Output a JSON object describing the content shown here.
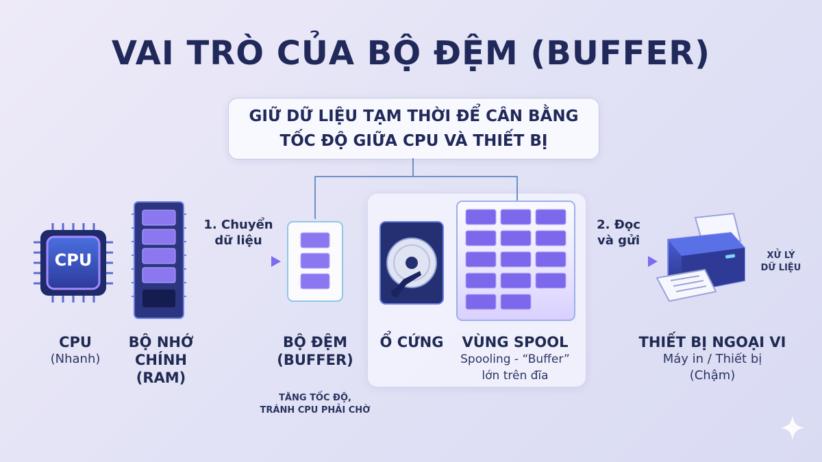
{
  "title": "VAI TRÒ CỦA BỘ ĐỆM (BUFFER)",
  "subtitle": {
    "line1": "GIỮ DỮ LIỆU TẠM THỜI ĐỂ CÂN BẰNG",
    "line2": "TỐC ĐỘ GIỮA CPU VÀ THIẾT BỊ"
  },
  "cpu": {
    "chip_text": "CPU",
    "label": "CPU",
    "sub": "(Nhanh)"
  },
  "ram": {
    "line1": "BỘ NHỚ",
    "line2": "CHÍNH",
    "line3": "(RAM)"
  },
  "step1": {
    "line1": "1. Chuyển",
    "line2": "dữ liệu"
  },
  "buffer": {
    "line1": "BỘ ĐỆM",
    "line2": "(BUFFER)",
    "note1": "TĂNG TỐC ĐỘ,",
    "note2": "TRÁNH CPU PHẢI CHỜ"
  },
  "disk": {
    "label": "Ổ CỨNG"
  },
  "spool": {
    "label": "VÙNG SPOOL",
    "sub1": "Spooling - “Buffer”",
    "sub2": "lớn trên đĩa"
  },
  "step2": {
    "line1": "2. Đọc",
    "line2": "và gửi"
  },
  "device": {
    "line1": "THIẾT BỊ NGOẠI VI",
    "sub1": "Máy in / Thiết bị",
    "sub2": "(Chậm)",
    "process1": "XỬ LÝ",
    "process2": "DỮ LIỆU"
  },
  "colors": {
    "accent": "#6c5de0",
    "title": "#20295a",
    "arrow": "#7b8df0"
  }
}
